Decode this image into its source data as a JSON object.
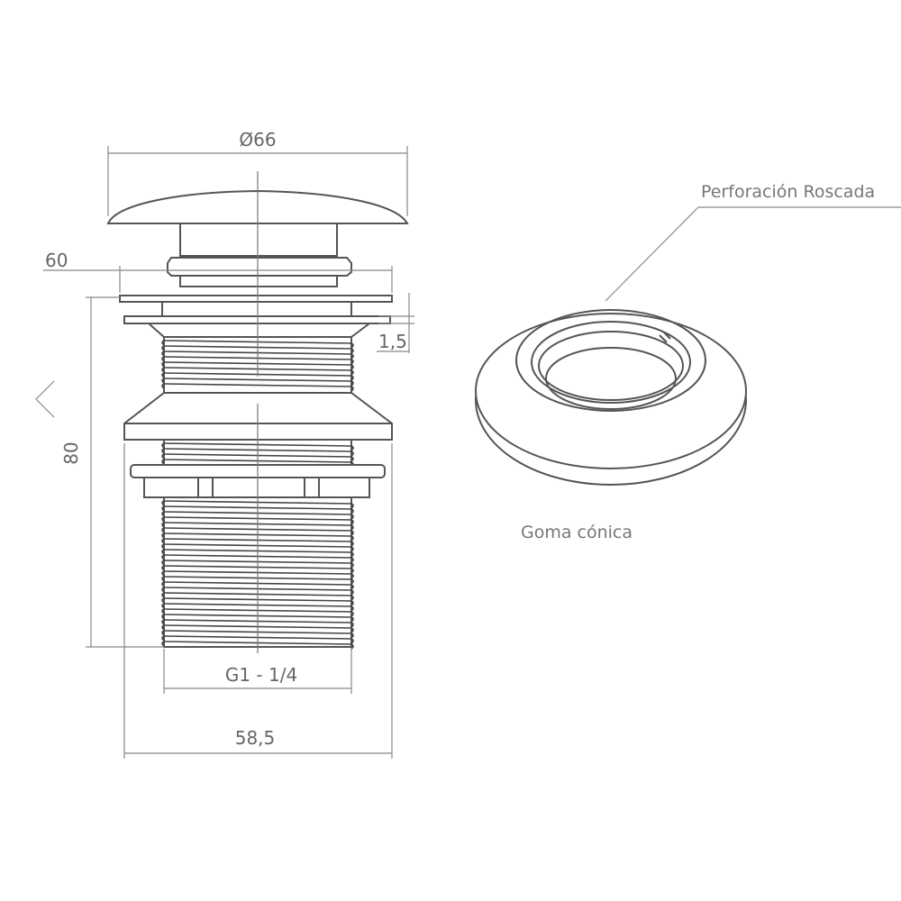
{
  "dimensions": {
    "diameter_cap": "Ø66",
    "flange_width": "60",
    "flange_thickness": "1,5",
    "height": "80",
    "thread": "G1 - 1/4",
    "base_width": "58,5"
  },
  "labels": {
    "threaded_hole": "Perforación Roscada",
    "conical_rubber": "Goma cónica"
  },
  "colors": {
    "line": "#555555",
    "dimension": "#888888",
    "text": "#666666"
  }
}
